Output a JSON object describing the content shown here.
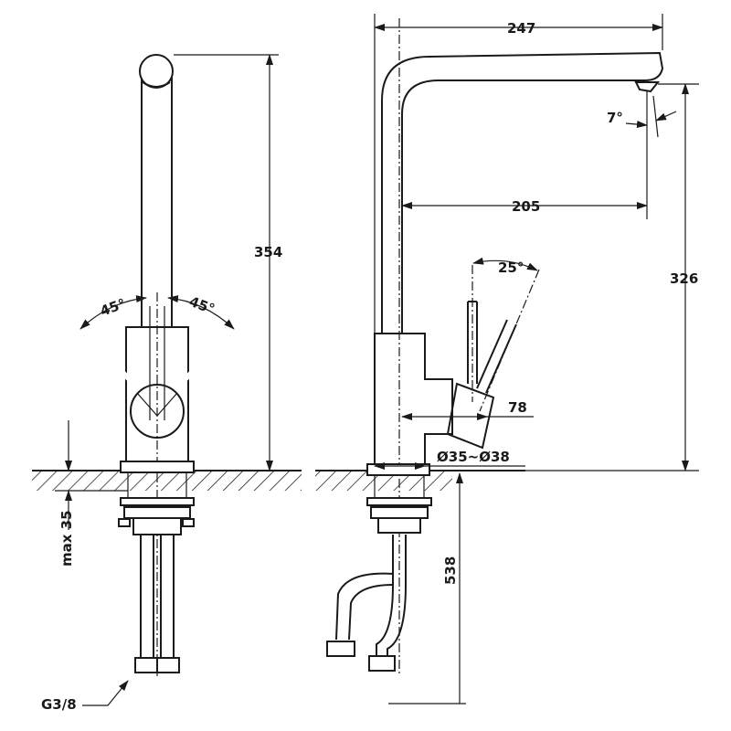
{
  "title": "Kitchen faucet dimension drawing",
  "front_view": {
    "height": "354",
    "angle_left": "45°",
    "angle_right": "45°",
    "max_thickness": "max 35",
    "thread": "G3/8"
  },
  "side_view": {
    "reach_total": "247",
    "reach_aerator": "205",
    "spout_angle": "7°",
    "spout_height": "326",
    "lever_angle": "25°",
    "lever_depth": "78",
    "hole_diameter": "Ø35~Ø38",
    "hose_length": "538"
  }
}
